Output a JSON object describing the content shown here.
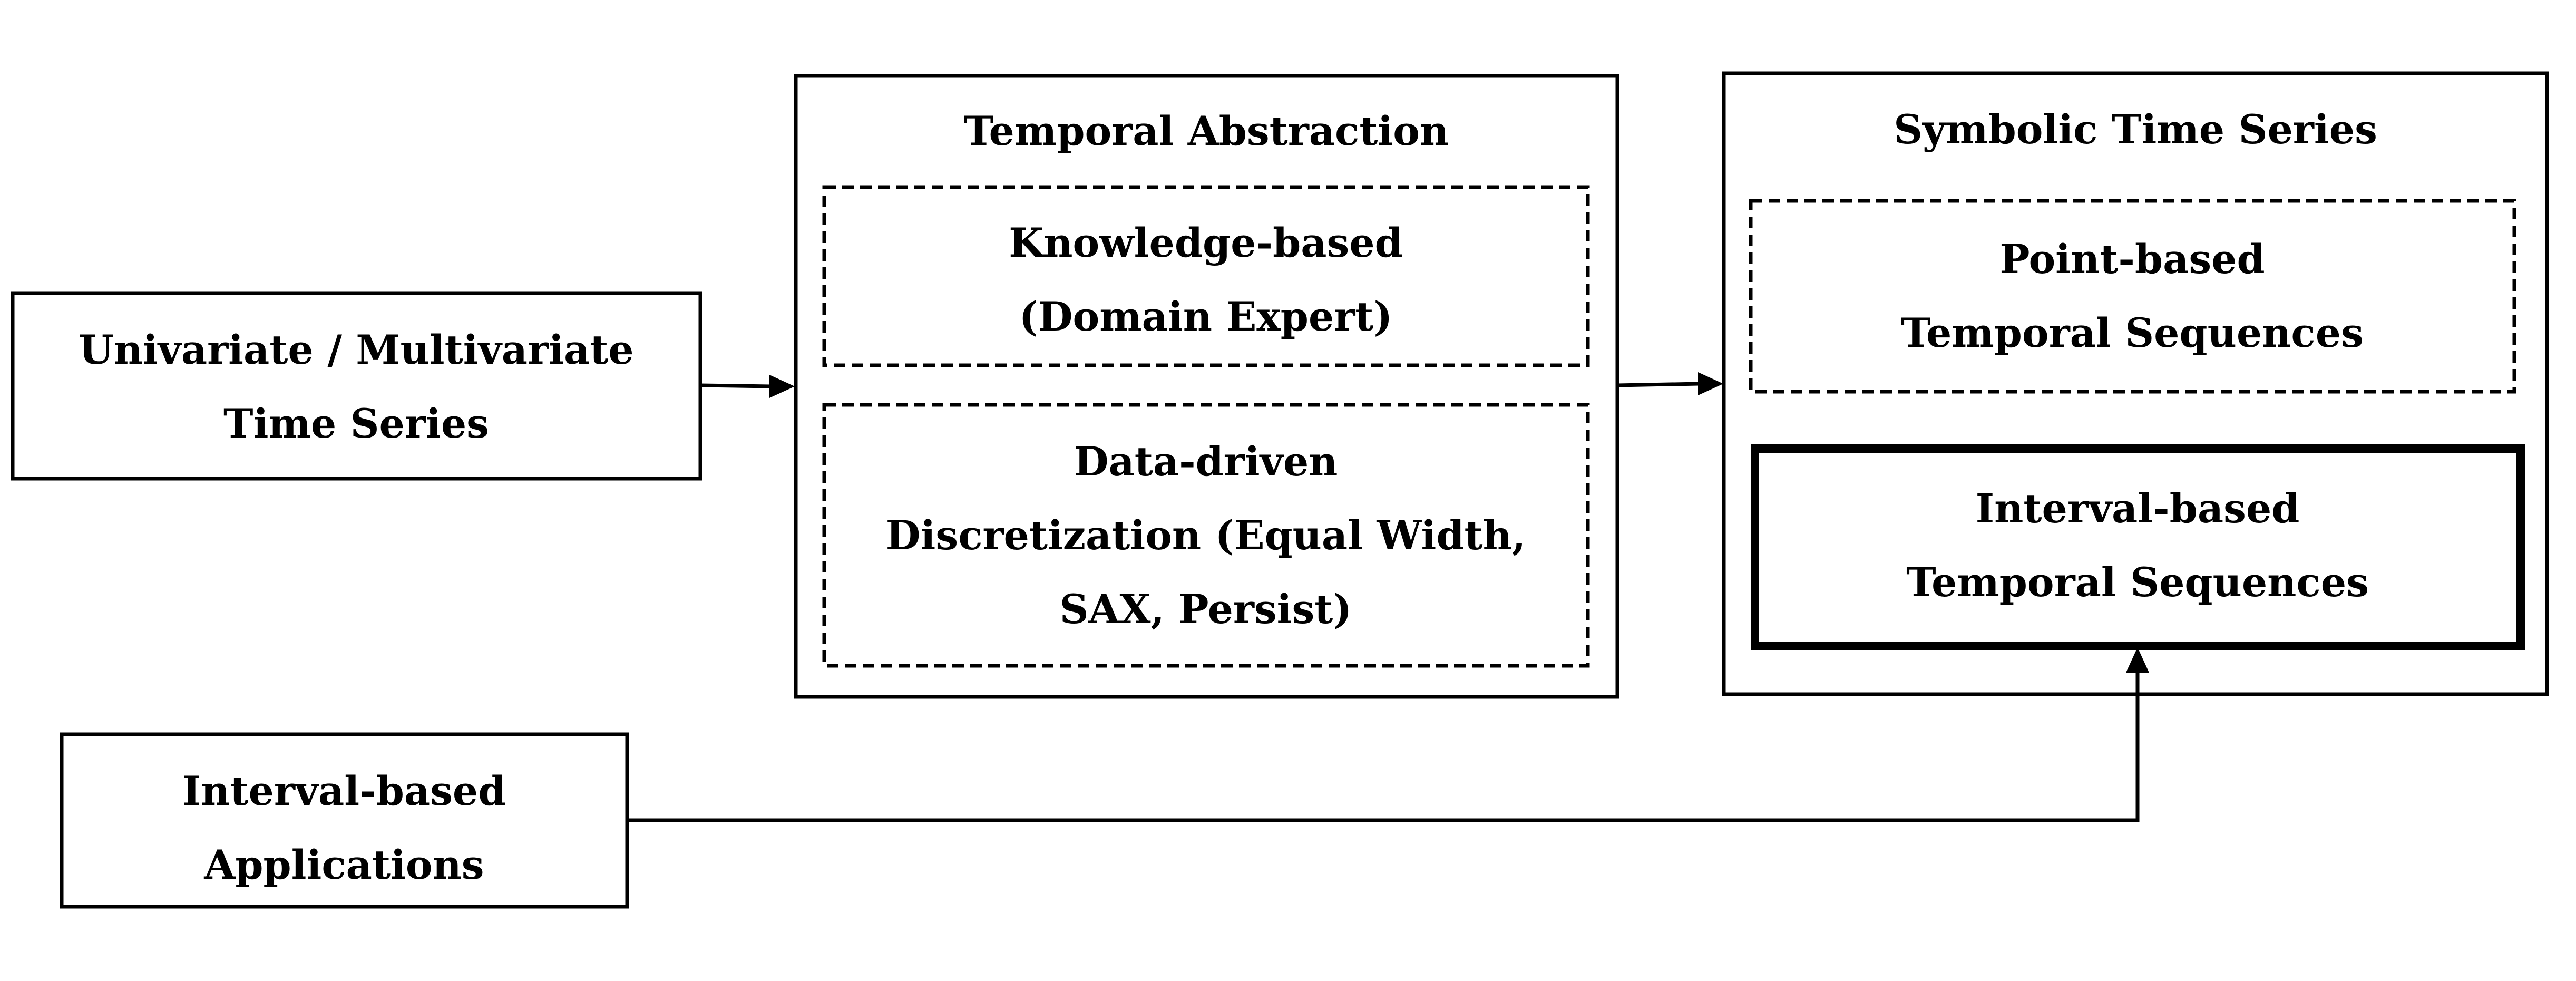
{
  "diagram": {
    "input_box": {
      "line1": "Univariate / Multivariate",
      "line2": "Time Series"
    },
    "applications_box": {
      "line1": "Interval-based",
      "line2": "Applications"
    },
    "temporal_abstraction": {
      "title": "Temporal Abstraction",
      "knowledge_based": {
        "line1": "Knowledge-based",
        "line2": "(Domain Expert)"
      },
      "data_driven": {
        "line1": "Data-driven",
        "line2": "Discretization (Equal Width,",
        "line3": "SAX, Persist)"
      }
    },
    "symbolic_time_series": {
      "title": "Symbolic Time Series",
      "point_based": {
        "line1": "Point-based",
        "line2": "Temporal Sequences"
      },
      "interval_based": {
        "line1": "Interval-based",
        "line2": "Temporal Sequences"
      }
    }
  }
}
